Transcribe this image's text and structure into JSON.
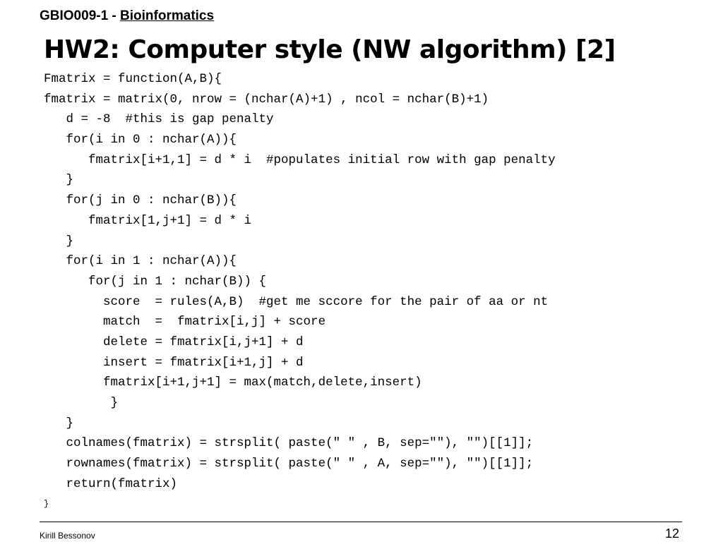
{
  "header": {
    "course_code": "GBIO009-1 - ",
    "course_link": "Bioinformatics"
  },
  "title": "HW2: Computer style (NW algorithm) [2]",
  "code_lines": [
    "Fmatrix = function(A,B){",
    "fmatrix = matrix(0, nrow = (nchar(A)+1) , ncol = nchar(B)+1)",
    "   d = -8  #this is gap penalty",
    "   for(i in 0 : nchar(A)){",
    "      fmatrix[i+1,1] = d * i  #populates initial row with gap penalty",
    "   }",
    "   for(j in 0 : nchar(B)){",
    "      fmatrix[1,j+1] = d * i",
    "   }",
    "   for(i in 1 : nchar(A)){",
    "      for(j in 1 : nchar(B)) {",
    "        score  = rules(A,B)  #get me sccore for the pair of aa or nt",
    "        match  =  fmatrix[i,j] + score",
    "        delete = fmatrix[i,j+1] + d",
    "        insert = fmatrix[i+1,j] + d",
    "        fmatrix[i+1,j+1] = max(match,delete,insert)",
    "         }",
    "   }",
    "   colnames(fmatrix) = strsplit( paste(\" \" , B, sep=\"\"), \"\")[[1]];",
    "   rownames(fmatrix) = strsplit( paste(\" \" , A, sep=\"\"), \"\")[[1]];",
    "   return(fmatrix)",
    "}"
  ],
  "footer": {
    "author": "Kirill Bessonov",
    "page_number": "12"
  }
}
